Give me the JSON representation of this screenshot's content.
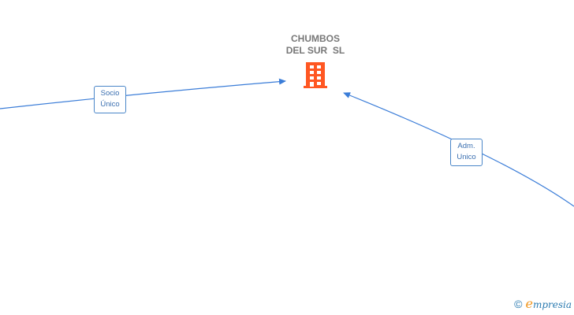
{
  "company": {
    "name_line1": "CHUMBOS",
    "name_line2": "DEL SUR  SL",
    "icon": "building-icon",
    "icon_color": "#ff5722"
  },
  "edges": [
    {
      "label_line1": "Socio",
      "label_line2": "Único",
      "direction": "from-left-to-company"
    },
    {
      "label_line1": "Adm.",
      "label_line2": "Unico",
      "direction": "from-right-to-company"
    }
  ],
  "colors": {
    "edge": "#3b7dd8",
    "label_border": "#4a86c8",
    "label_text": "#3a6fb0",
    "title_text": "#777777"
  },
  "footer": {
    "copyright_symbol": "©",
    "brand_initial": "e",
    "brand_rest": "mpresia"
  }
}
